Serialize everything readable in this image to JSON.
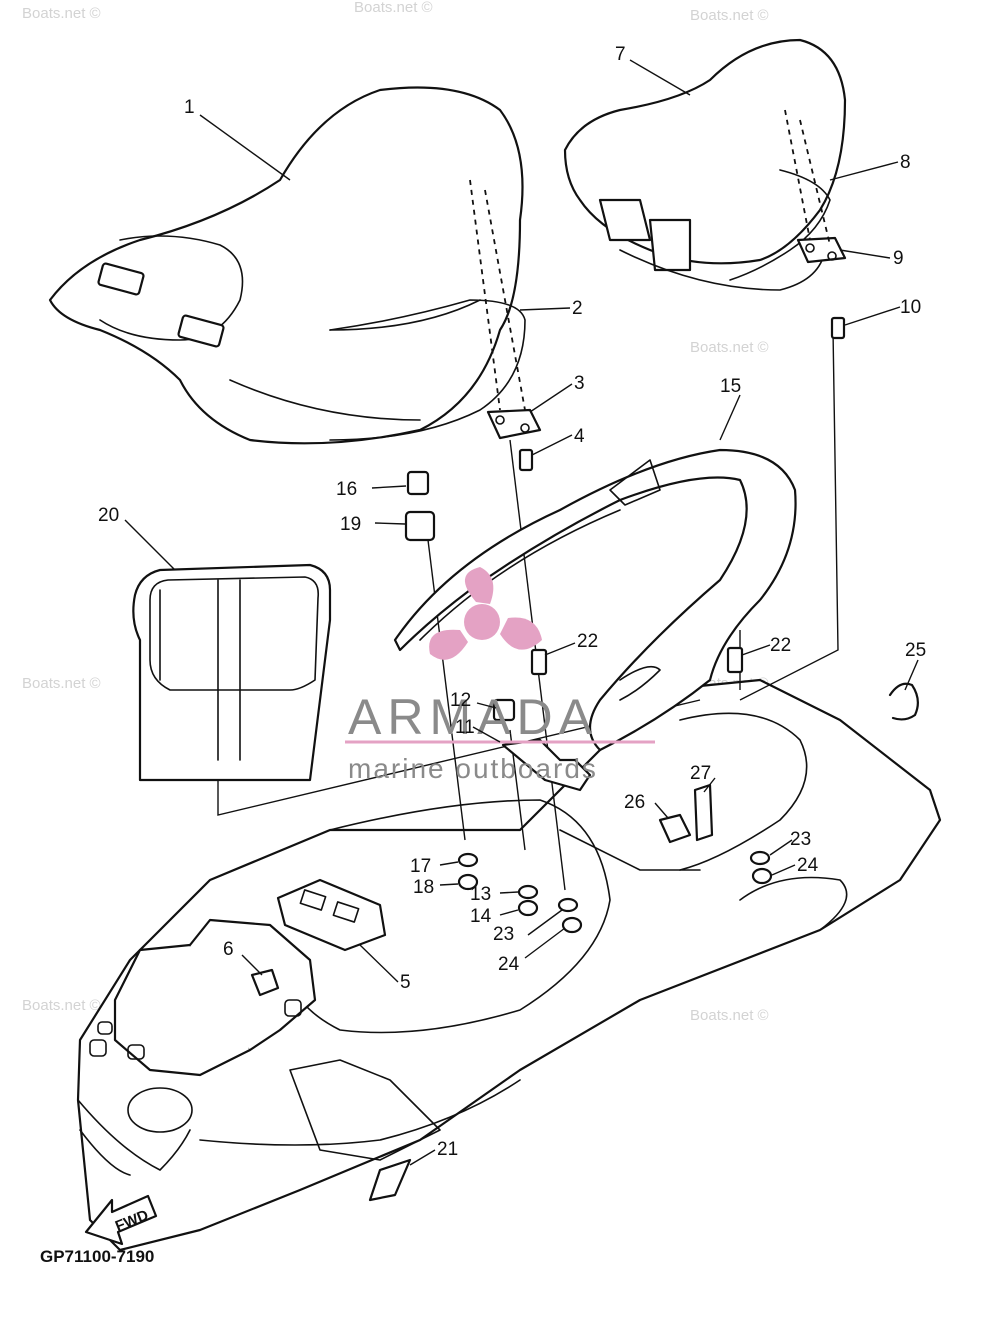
{
  "diagram": {
    "code": "GP71100-7190",
    "direction_label": "FWD",
    "watermark": "Boats.net ©",
    "brand": {
      "name": "ARMADA",
      "tagline": "marine outboards",
      "accent_color": "#e4a2c4",
      "text_color": "#8a8a8a"
    },
    "callouts": [
      "1",
      "2",
      "3",
      "4",
      "5",
      "6",
      "7",
      "8",
      "9",
      "10",
      "11",
      "12",
      "13",
      "14",
      "15",
      "16",
      "17",
      "18",
      "19",
      "20",
      "21",
      "22",
      "22",
      "23",
      "23",
      "24",
      "24",
      "25",
      "26",
      "27"
    ]
  }
}
